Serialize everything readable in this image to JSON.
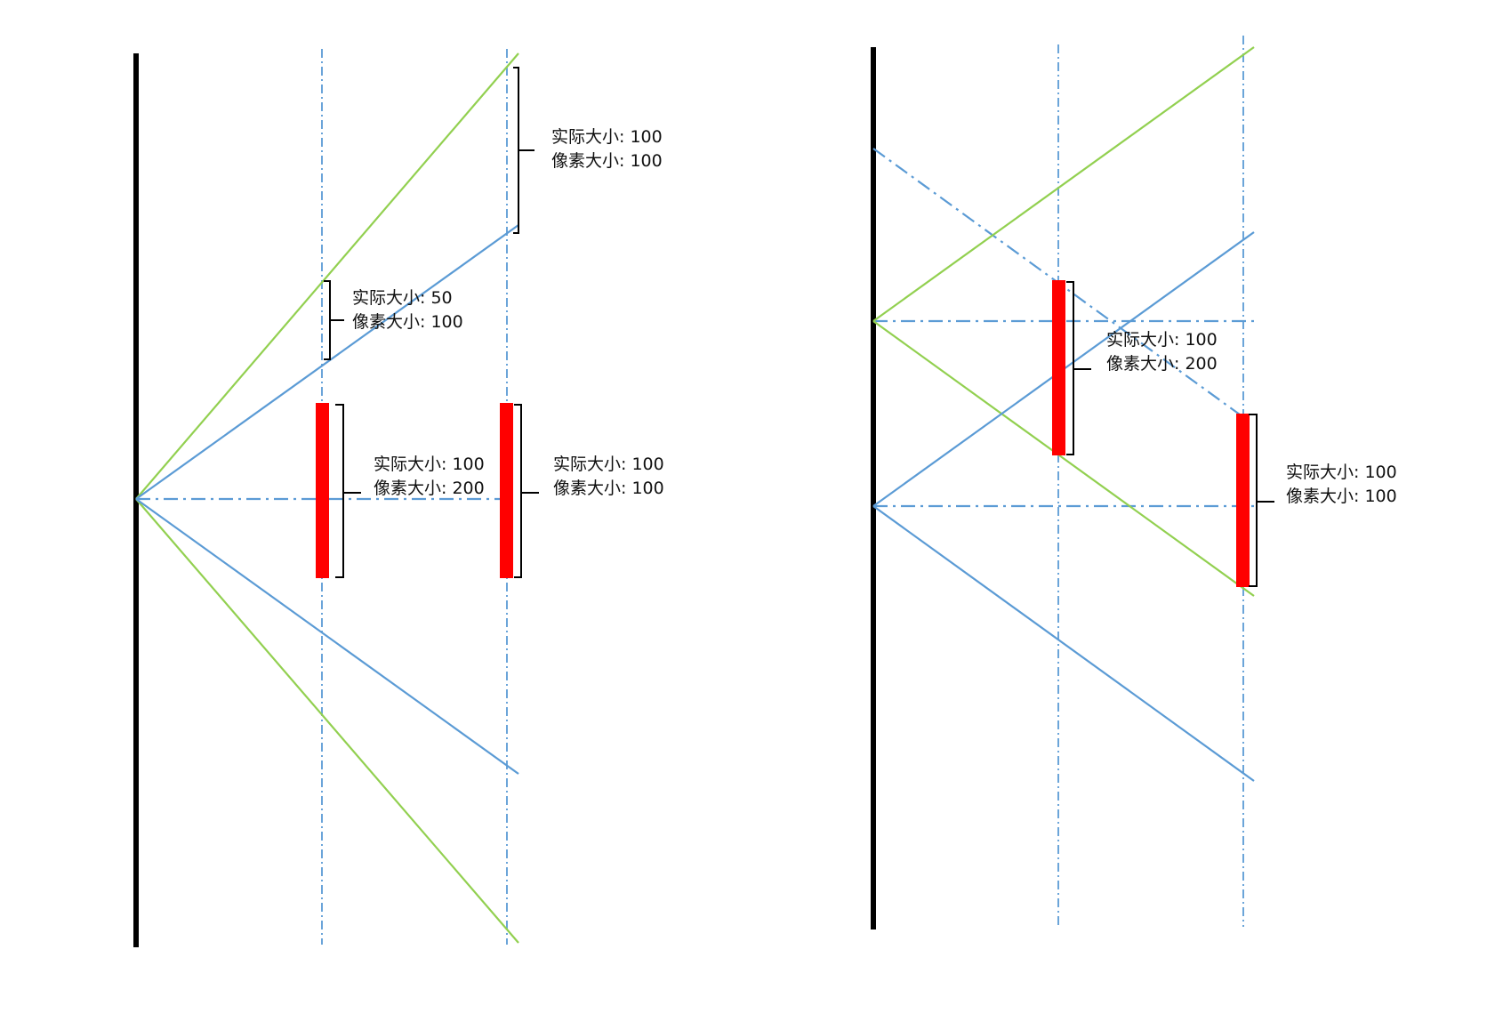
{
  "colors": {
    "green_ray": "#92d050",
    "blue_ray": "#5b9bd5",
    "object": "#ff0000",
    "wall": "#000000"
  },
  "left_panel": {
    "top_far_label": {
      "actual": "实际大小: 100",
      "pixel": "像素大小: 100"
    },
    "top_near_label": {
      "actual": "实际大小: 50",
      "pixel": "像素大小: 100"
    },
    "near_object_label": {
      "actual": "实际大小: 100",
      "pixel": "像素大小: 200"
    },
    "far_object_label": {
      "actual": "实际大小: 100",
      "pixel": "像素大小: 100"
    }
  },
  "right_panel": {
    "near_object_label": {
      "actual": "实际大小: 100",
      "pixel": "像素大小: 200"
    },
    "far_object_label": {
      "actual": "实际大小: 100",
      "pixel": "像素大小: 100"
    }
  }
}
